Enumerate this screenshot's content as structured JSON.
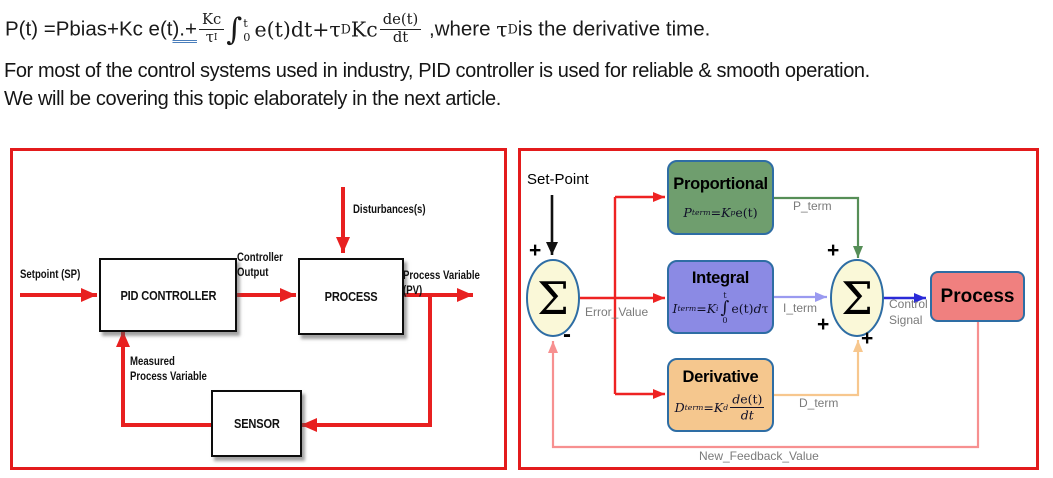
{
  "header": {
    "formula": [
      {
        "t": "P(t) =Pbias+Kc e(t"
      },
      {
        "t": ").+",
        "cls": "ulblue"
      },
      {
        "frac": {
          "num": [
            {
              "t": "Kc"
            }
          ],
          "den": [
            {
              "t": "τ"
            },
            {
              "t": "I",
              "s": "sub"
            }
          ]
        }
      },
      {
        "t": "∫",
        "cls": "bigint"
      },
      {
        "lim": {
          "top": "t",
          "bot": "0"
        }
      },
      {
        "t": "e(t)dt+τ",
        "cls": "sf"
      },
      {
        "t": "D",
        "s": "sub",
        "cls": "sf"
      },
      {
        "t": "Kc",
        "cls": "sf"
      },
      {
        "frac": {
          "num": [
            {
              "t": "de(t)"
            }
          ],
          "den": [
            {
              "t": "dt"
            }
          ]
        }
      },
      {
        "t": " ,where "
      },
      {
        "t": "τ",
        "cls": "sf"
      },
      {
        "t": "D",
        "s": "sub",
        "cls": "sf"
      },
      {
        "t": "is the derivative time."
      }
    ],
    "line2": "For most of the control systems used in industry, PID controller is used for reliable & smooth operation.",
    "line3": "We will be covering this topic elaborately in the next article."
  },
  "left_diagram": {
    "border_color": "#e31b1c",
    "arrow_color": "#e82020",
    "boxes": {
      "pid": "PID CONTROLLER",
      "process": "PROCESS",
      "sensor": "SENSOR"
    },
    "labels": {
      "setpoint": "Setpoint (SP)",
      "controller_output": "Controller\nOutput",
      "disturbances": "Disturbances(s)",
      "process_variable": "Process Variable (PV)",
      "measured": "Measured\nProcess Variable"
    }
  },
  "right_diagram": {
    "labels": {
      "set_point": "Set-Point",
      "error_value": "Error_Value",
      "p_term": "P_term",
      "i_term": "I_term",
      "d_term": "D_term",
      "control_signal": "Control\nSignal",
      "new_feedback_value": "New_Feedback_Value",
      "sigma": "Σ",
      "plus": "+",
      "minus": "-"
    },
    "blocks": {
      "proportional": {
        "title": "Proportional",
        "formula": [
          {
            "t": "P",
            "i": true
          },
          {
            "t": "term",
            "s": "sub",
            "i": true
          },
          {
            "t": "="
          },
          {
            "t": "K",
            "i": true
          },
          {
            "t": "p",
            "s": "sub",
            "i": true
          },
          {
            "t": " e(t)"
          }
        ]
      },
      "integral": {
        "title": "Integral",
        "formula": [
          {
            "t": "I",
            "i": true
          },
          {
            "t": "term",
            "s": "sub",
            "i": true
          },
          {
            "t": "="
          },
          {
            "t": "K",
            "i": true
          },
          {
            "t": "i",
            "s": "sub",
            "i": true
          },
          {
            "intstack": {
              "top": "t",
              "mid": "∫",
              "bot": "0"
            }
          },
          {
            "t": "e(t)"
          },
          {
            "t": "d",
            "i": true
          },
          {
            "t": "τ"
          }
        ]
      },
      "derivative": {
        "title": "Derivative",
        "formula": [
          {
            "t": "D",
            "i": true
          },
          {
            "t": "term",
            "s": "sub",
            "i": true
          },
          {
            "t": "="
          },
          {
            "t": "K",
            "i": true
          },
          {
            "t": "d",
            "s": "sub",
            "i": true
          },
          {
            "frac": {
              "num": [
                {
                  "t": "d",
                  "i": true
                },
                {
                  "t": "e(t)"
                }
              ],
              "den": [
                {
                  "t": "dt",
                  "i": true
                }
              ]
            }
          }
        ]
      },
      "process": {
        "title": "Process"
      }
    },
    "colors": {
      "proportional_bg": "#6f9e6e",
      "integral_bg": "#8b8ae4",
      "derivative_bg": "#f5c78e",
      "process_bg": "#f0807f",
      "sum_fill": "#faf8d8",
      "node_border": "#2e6da4",
      "arrow_red": "#ee2222",
      "arrow_green": "#568e57",
      "arrow_lavender": "#9a9af0",
      "arrow_blue": "#2a2ad8",
      "arrow_orange": "#f7c78e",
      "arrow_pink": "#f79090",
      "label_gray": "#7a7a7a"
    }
  }
}
